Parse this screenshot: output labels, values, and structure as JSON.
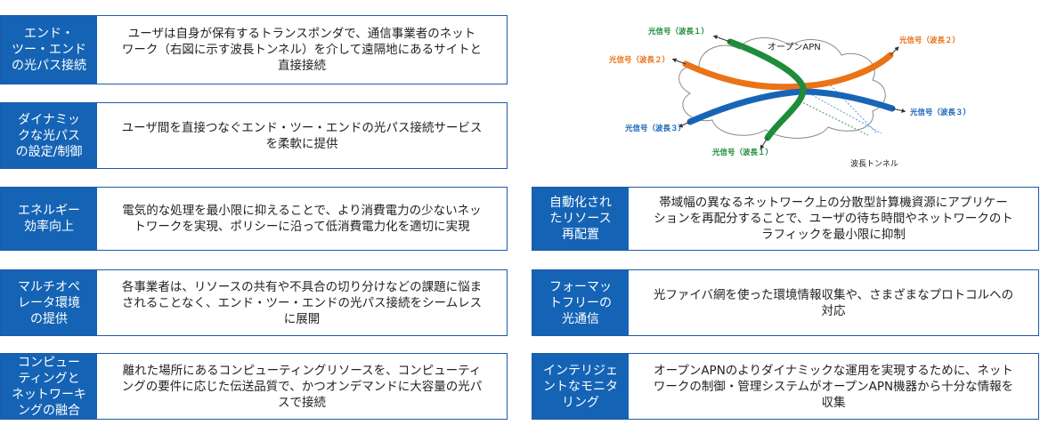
{
  "left_cards": [
    {
      "label": "エンド・\nツー・エンド\nの光パス接続",
      "desc": "ユーザは自身が保有するトランスポンダで、通信事業者のネット\nワーク（右図に示す波長トンネル）を介して遠隔地にあるサイトと\n直接接続"
    },
    {
      "label": "ダイナミッ\nクな光パス\nの設定/制御",
      "desc": "ユーザ間を直接つなぐエンド・ツー・エンドの光パス接続サービス\nを柔軟に提供"
    },
    {
      "label": "エネルギー\n効率向上",
      "desc": "電気的な処理を最小限に抑えることで、より消費電力の少ないネッ\nトワークを実現、ポリシーに沿って低消費電力化を適切に実現"
    },
    {
      "label": "マルチオペ\nレータ環境\nの提供",
      "desc": "各事業者は、リソースの共有や不具合の切り分けなどの課題に悩ま\nされることなく、エンド・ツー・エンドの光パス接続をシームレス\nに展開"
    },
    {
      "label": "コンピュー\nティングと\nネットワーキ\nングの融合",
      "desc": "離れた場所にあるコンピューティングリソースを、コンピューティ\nングの要件に応じた伝送品質で、かつオンデマンドに大容量の光パ\nスで接続"
    }
  ],
  "right_cards": [
    {
      "label": "自動化され\nたリソース\n再配置",
      "desc": "帯域幅の異なるネットワーク上の分散型計算機資源にアプリケー\nションを再配分することで、ユーザの待ち時間やネットワークのト\nラフィックを最小限に抑制"
    },
    {
      "label": "フォーマッ\nトフリーの\n光通信",
      "desc": "光ファイバ網を使った環境情報収集や、さまざまなプロトコルへの\n対応"
    },
    {
      "label": "インテリジェ\nントなモニタ\nリング",
      "desc": "オープンAPNのよりダイナミックな運用を実現するために、ネット\nワークの制御・管理システムがオープンAPN機器から十分な情報を\n収集"
    }
  ],
  "diagram": {
    "cloud_label": "オープンAPN",
    "tunnel_label": "波長トンネル",
    "signal1_top": "光信号（波長１）",
    "signal1_bottom": "光信号（波長１）",
    "signal2_left": "光信号（波長２）",
    "signal2_right": "光信号（波長２）",
    "signal3_left": "光信号（波長３）",
    "signal3_right": "光信号（波長３）",
    "colors": {
      "wave1": "#1e8c3a",
      "wave2": "#ea7317",
      "wave3": "#1865b8",
      "signal1_text": "#1e8c3a",
      "signal2_text": "#ea7317",
      "signal3_text": "#1865b8",
      "card_label_bg": "#1563b5"
    }
  }
}
